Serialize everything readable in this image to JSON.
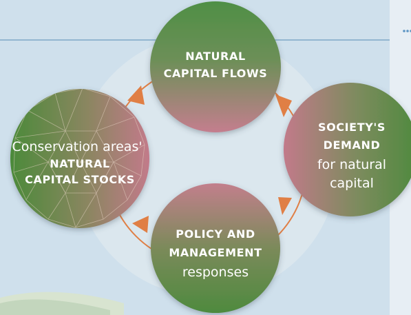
{
  "diagram": {
    "type": "cycle",
    "nodes": {
      "flows": {
        "lines": [
          "NATURAL",
          "CAPITAL FLOWS"
        ]
      },
      "demand": {
        "bold_lines": [
          "SOCIETY'S",
          "DEMAND"
        ],
        "light_lines": [
          "for natural",
          "capital"
        ]
      },
      "policy": {
        "bold_lines": [
          "POLICY AND",
          "MANAGEMENT"
        ],
        "light_lines": [
          "responses"
        ]
      },
      "stocks": {
        "light_lines": [
          "Conservation areas'"
        ],
        "bold_lines": [
          "NATURAL",
          "CAPITAL STOCKS"
        ]
      }
    },
    "colors": {
      "green": "#4f8a3e",
      "pink": "#c27f8c",
      "arrow": "#e07f45",
      "background": "#cfe0ec"
    }
  }
}
